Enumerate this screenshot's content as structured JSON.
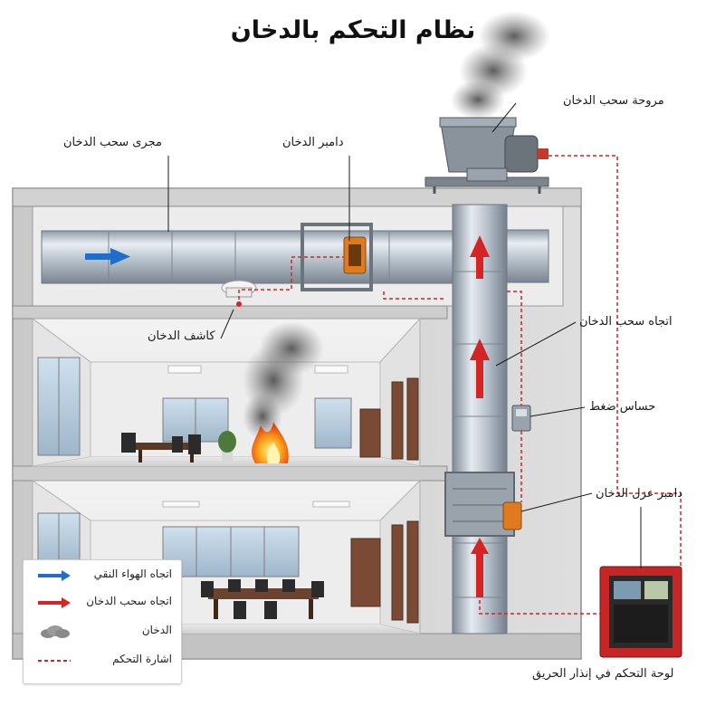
{
  "title": "نظام التحكم بالدخان",
  "labels": {
    "exhaust_fan": "مروحة سحب الدخان",
    "exhaust_duct": "مجرى سحب الدخان",
    "smoke_damper": "دامبر الدخان",
    "smoke_detector": "كاشف الدخان",
    "smoke_direction": "اتجاه سحب الدخان",
    "pressure_sensor": "حساس ضغط",
    "isolation_damper": "دامبر عزل الدخان",
    "fire_panel": "لوحة التحكم في إنذار الحريق"
  },
  "legend": [
    {
      "symbol": "blue-arrow",
      "color": "#1f6fc8",
      "label": "اتجاه الهواء النقي"
    },
    {
      "symbol": "red-arrow",
      "color": "#d42424",
      "label": "اتجاه سحب الدخان"
    },
    {
      "symbol": "smoke-cloud",
      "color": "#8a8a8a",
      "label": "الدخان"
    },
    {
      "symbol": "dashed-line",
      "color": "#d42424",
      "label": "اشارة التحكم"
    }
  ]
}
